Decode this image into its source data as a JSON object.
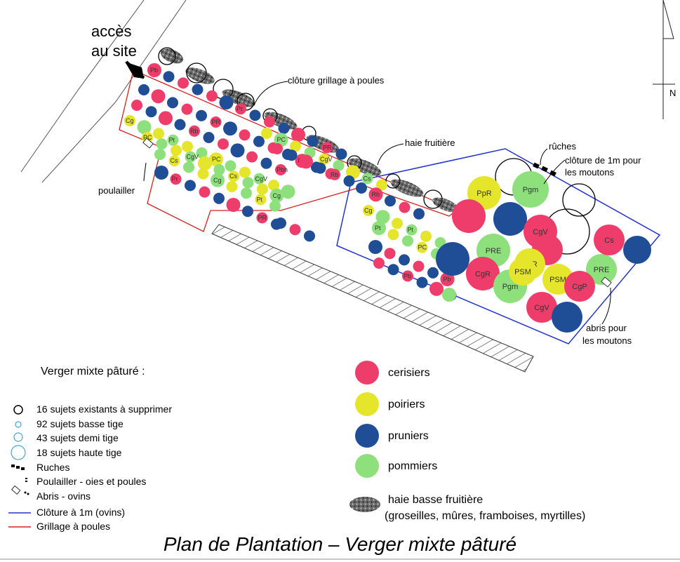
{
  "map": {
    "access_line1": "accès",
    "access_line2": "au site",
    "fence_hens": "clôture grillage à poules",
    "fruit_hedge": "haie fruitière",
    "hives": "rûches",
    "fence_sheep_line1": "clôture de 1m pour",
    "fence_sheep_line2": "les moutons",
    "henhouse": "poulailler",
    "shelter_line1": "abris pour",
    "shelter_line2": "les moutons",
    "north": "N"
  },
  "trees": {
    "large": [
      {
        "label": "PpR",
        "color": "#e5e62b"
      },
      {
        "label": "Pgm",
        "color": "#8de07b"
      },
      {
        "label": "",
        "color": "#1f4e96"
      },
      {
        "label": "CgV",
        "color": "#ee3c6b"
      },
      {
        "label": "PSM",
        "color": "#e5e62b"
      },
      {
        "label": "",
        "color": "#ee3c6b"
      },
      {
        "label": "PRE",
        "color": "#8de07b"
      },
      {
        "label": "Cs",
        "color": "#ee3c6b"
      },
      {
        "label": "",
        "color": "#1f4e96"
      },
      {
        "label": "",
        "color": "#1f4e96"
      },
      {
        "label": "PRE",
        "color": "#8de07b"
      },
      {
        "label": "PpR",
        "color": "#e5e62b"
      },
      {
        "label": "",
        "color": "#ee3c6b"
      },
      {
        "label": "CgR",
        "color": "#ee3c6b"
      },
      {
        "label": "Pgm",
        "color": "#8de07b"
      },
      {
        "label": "PSM",
        "color": "#e5e62b"
      },
      {
        "label": "CgP",
        "color": "#ee3c6b"
      },
      {
        "label": "CgV",
        "color": "#ee3c6b"
      },
      {
        "label": "",
        "color": "#1f4e96"
      }
    ]
  },
  "legend": {
    "title": "Verger mixte pâturé :",
    "items": [
      {
        "text": "16 sujets existants à supprimer"
      },
      {
        "text": "92  sujets basse tige"
      },
      {
        "text": "43 sujets demi tige"
      },
      {
        "text": "18 sujets haute tige"
      },
      {
        "text": "Ruches"
      },
      {
        "text": "Poulailler - oies et poules"
      },
      {
        "text": "Abris - ovins"
      },
      {
        "text": "Clôture à 1m (ovins)"
      },
      {
        "text": "Grillage à poules"
      }
    ],
    "species": [
      {
        "text": "cerisiers",
        "color": "#ee3c6b"
      },
      {
        "text": "poiriers",
        "color": "#e5e62b"
      },
      {
        "text": "pruniers",
        "color": "#1f4e96"
      },
      {
        "text": "pommiers",
        "color": "#8de07b"
      }
    ],
    "hedge_line1": "haie basse fruitière",
    "hedge_line2": "(groseilles, mûres, framboises, myrtilles)"
  },
  "colors": {
    "cherry": "#ee3c6b",
    "pear": "#e5e62b",
    "plum": "#1f4e96",
    "apple": "#8de07b",
    "sheep_fence": "#2233cc",
    "hen_fence": "#d62020"
  },
  "caption": "Plan de Plantation – Verger mixte pâturé"
}
